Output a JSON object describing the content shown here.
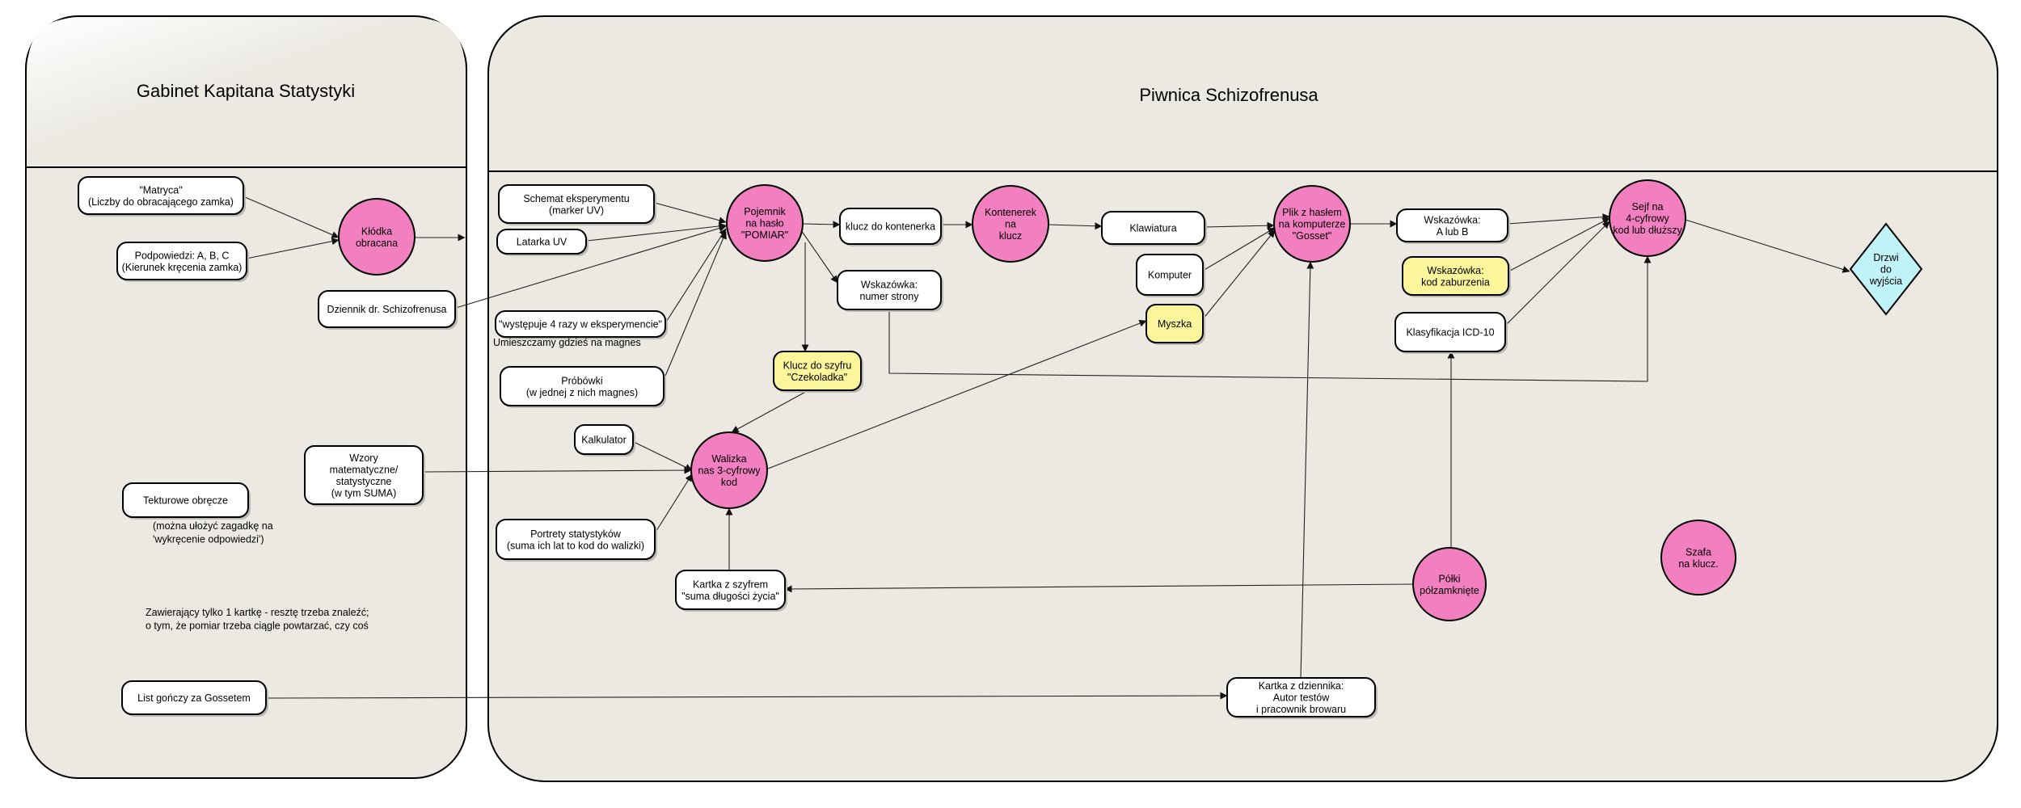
{
  "frames": {
    "left": {
      "title": "Gabinet Kapitana Statystyki"
    },
    "right": {
      "title": "Piwnica Schizofrenusa"
    }
  },
  "colors": {
    "pink": "#f27fc0",
    "yellow": "#fbf59b",
    "cyan": "#bff3f7",
    "white": "#ffffff",
    "frame_bg": "#ece9e3"
  },
  "nodes": {
    "matryca": [
      "\"Matryca\"",
      "(Liczby do obracającego zamka)"
    ],
    "podpowiedzi": [
      "Podpowiedzi: A, B, C",
      "(Kierunek kręcenia zamka)"
    ],
    "klodka": [
      "Kłódka",
      "obracana"
    ],
    "dziennik": [
      "Dziennik dr. Schizofrenusa"
    ],
    "schemat": [
      "Schemat eksperymentu",
      "(marker UV)"
    ],
    "latarka": [
      "Latarka UV"
    ],
    "wystepuje": [
      "\"występuje 4 razy w eksperymencie\""
    ],
    "probowki": [
      "Próbówki",
      "(w jednej z nich magnes)"
    ],
    "pojemnik": [
      "Pojemnik",
      "na hasło",
      "\"POMIAR\""
    ],
    "klucz_kont": [
      "klucz do kontenerka"
    ],
    "wsk_strony": [
      "Wskazówka:",
      "numer strony"
    ],
    "kontenerek": [
      "Kontenerek",
      "na",
      "klucz"
    ],
    "klucz_szyfru": [
      "Klucz do szyfru",
      "\"Czekoladka\""
    ],
    "kalkulator": [
      "Kalkulator"
    ],
    "wzory": [
      "Wzory",
      "matematyczne/",
      "statystyczne",
      "(w tym SUMA)"
    ],
    "walizka": [
      "Walizka",
      "nas 3-cyfrowy",
      "kod"
    ],
    "portrety": [
      "Portrety statystyków",
      "(suma ich lat to kod do walizki)"
    ],
    "kartka_szyfr": [
      "Kartka z szyfrem",
      "\"suma długości życia\""
    ],
    "klawiatura": [
      "Klawiatura"
    ],
    "komputer": [
      "Komputer"
    ],
    "myszka": [
      "Myszka"
    ],
    "plik": [
      "Plik z hasłem",
      "na komputerze",
      "\"Gosset\""
    ],
    "wsk_ab": [
      "Wskazówka:",
      "A lub B"
    ],
    "wsk_kod": [
      "Wskazówka:",
      "kod zaburzenia"
    ],
    "klasyfikacja": [
      "Klasyfikacja ICD-10"
    ],
    "sejf": [
      "Sejf na",
      "4-cyfrowy",
      "kod lub dłuższy"
    ],
    "drzwi": [
      "Drzwi",
      "do",
      "wyjścia"
    ],
    "polki": [
      "Półki",
      "półzamknięte"
    ],
    "szafa": [
      "Szafa",
      "na klucz."
    ],
    "tekturowe": [
      "Tekturowe obręcze"
    ],
    "list": [
      "List gończy za Gossetem"
    ],
    "kartka_dziennika": [
      "Kartka z dziennika:",
      "Autor testów",
      "i pracownik browaru"
    ]
  },
  "notes": {
    "magnes": [
      "Umieszczamy gdzieś na magnes"
    ],
    "zagadka": [
      "(można ułożyć zagadkę na",
      "'wykręcenie odpowiedzi')"
    ],
    "kartka_info": [
      "Zawierający tylko 1 kartkę - resztę trzeba znaleźć;",
      "o tym, że pomiar trzeba ciągle powtarzać, czy coś"
    ]
  }
}
